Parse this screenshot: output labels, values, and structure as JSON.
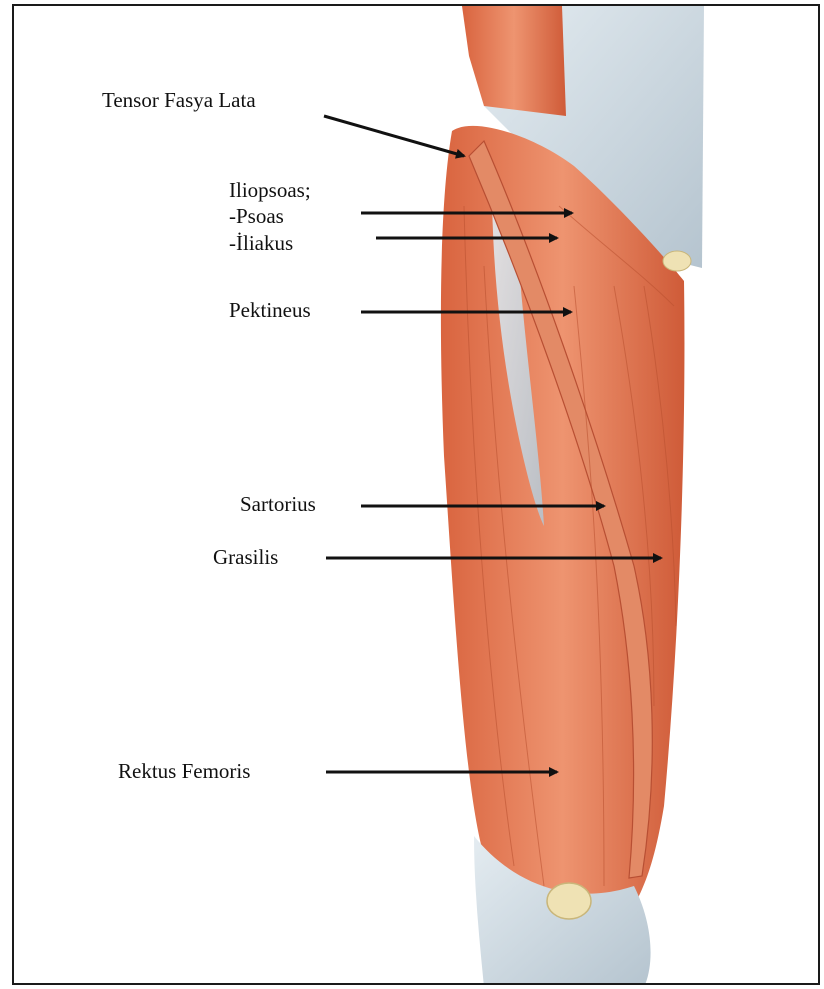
{
  "labels": {
    "tensor": "Tensor Fasya Lata",
    "iliopsoas": "Iliopsoas;",
    "psoas": "-Psoas",
    "iliakus": "-İliakus",
    "pektineus": "Pektineus",
    "sartorius": "Sartorius",
    "grasilis": "Grasilis",
    "rektus": "Rektus Femoris"
  },
  "colors": {
    "muscle": "#e07a55",
    "muscle_dark": "#c65a3a",
    "fascia": "#c9d6df",
    "bone": "#efe2b4",
    "arrow": "#111111"
  }
}
